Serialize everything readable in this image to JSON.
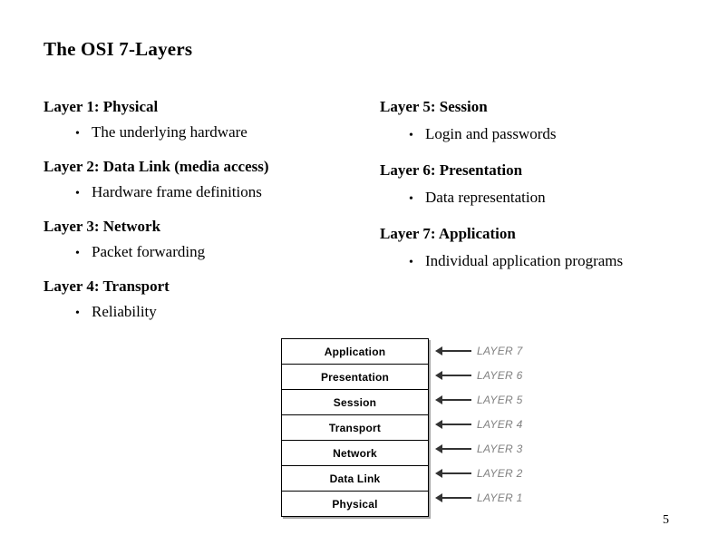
{
  "slide": {
    "title": "The OSI 7-Layers",
    "page_number": "5"
  },
  "left_column": [
    {
      "heading": "Layer 1: Physical",
      "bullet": "The underlying hardware"
    },
    {
      "heading": "Layer 2: Data Link (media access)",
      "bullet": "Hardware frame definitions"
    },
    {
      "heading": "Layer 3: Network",
      "bullet": "Packet forwarding"
    },
    {
      "heading": "Layer 4: Transport",
      "bullet": "Reliability"
    }
  ],
  "right_column": [
    {
      "heading": "Layer 5: Session",
      "bullet": "Login and passwords"
    },
    {
      "heading": "Layer 6: Presentation",
      "bullet": "Data representation"
    },
    {
      "heading": "Layer 7: Application",
      "bullet": "Individual application programs"
    }
  ],
  "bullet_glyph": "•",
  "diagram": {
    "rows": [
      {
        "name": "Application",
        "label": "LAYER 7"
      },
      {
        "name": "Presentation",
        "label": "LAYER 6"
      },
      {
        "name": "Session",
        "label": "LAYER 5"
      },
      {
        "name": "Transport",
        "label": "LAYER 4"
      },
      {
        "name": "Network",
        "label": "LAYER 3"
      },
      {
        "name": "Data Link",
        "label": "LAYER 2"
      },
      {
        "name": "Physical",
        "label": "LAYER 1"
      }
    ],
    "label_color": "#808080",
    "arrow_color": "#333333"
  }
}
